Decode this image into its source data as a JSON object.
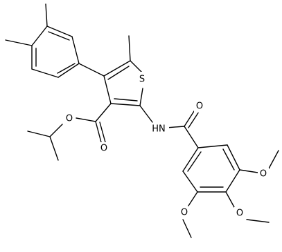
{
  "molecule": {
    "atom_labels": {
      "sulfur": "S",
      "amide_nh": "HN",
      "amide_oxygen": "O",
      "ester_carbonyl_oxygen": "O",
      "ester_ether_oxygen": "O",
      "methoxy_upper_oxygen": "O",
      "methoxy_middle_oxygen": "O",
      "methoxy_lower_oxygen": "O"
    }
  }
}
